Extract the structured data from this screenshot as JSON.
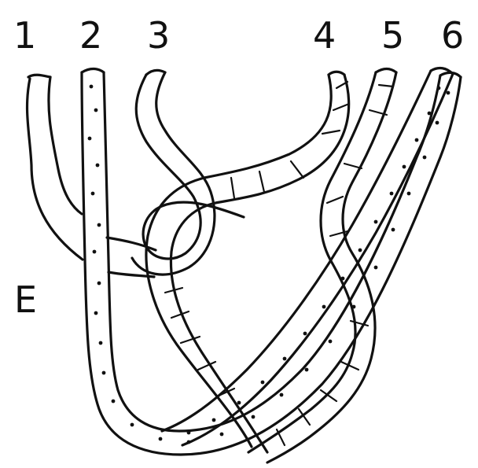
{
  "labels": {
    "strand_1": "1",
    "strand_2": "2",
    "strand_3": "3",
    "strand_4": "4",
    "strand_5": "5",
    "strand_6": "6",
    "end": "E"
  },
  "colors": {
    "ink": "#111111",
    "background": "#ffffff"
  }
}
